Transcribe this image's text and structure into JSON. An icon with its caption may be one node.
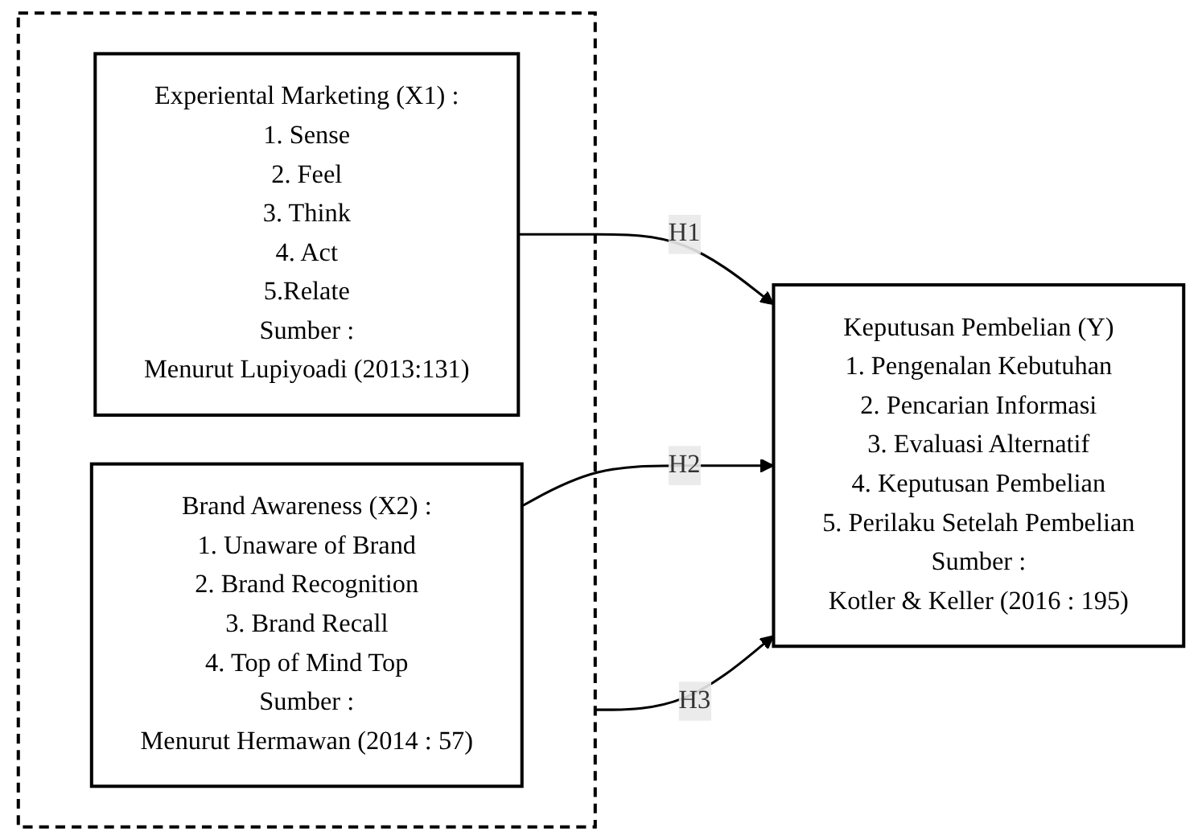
{
  "diagram": {
    "nodes": [
      {
        "text": [],
        "shape": "box"
      },
      {
        "text": [
          "Experiental Marketing (X1) :",
          "1. Sense",
          "2. Feel",
          "3. Think",
          "4. Act",
          "5.Relate",
          "Sumber :",
          "Menurut Lupiyoadi (2013:131)"
        ],
        "in": 0
      },
      {
        "text": [
          "Brand Awareness (X2) :",
          "1. Unaware of Brand",
          "2. Brand Recognition",
          "3. Brand Recall",
          "4. Top of Mind Top",
          "Sumber :",
          "Menurut Hermawan (2014 : 57)"
        ],
        "in": 0
      },
      {
        "text": [
          "Keputusan Pembelian (Y)",
          "1. Pengenalan Kebutuhan",
          "2. Pencarian Informasi",
          "3. Evaluasi Alternatif",
          "4. Keputusan Pembelian",
          "5. Perilaku Setelah Pembelian",
          "Sumber :",
          "Kotler & Keller (2016 : 195)"
        ]
      }
    ],
    "edges": [
      {
        "from": 1,
        "to": 3,
        "arrow": "to",
        "label": "H1"
      },
      {
        "from": 0,
        "to": 3,
        "arrow": "to",
        "label": "H3"
      },
      {
        "from": 2,
        "to": 3,
        "arrow": "to",
        "label": "H2"
      }
    ]
  }
}
